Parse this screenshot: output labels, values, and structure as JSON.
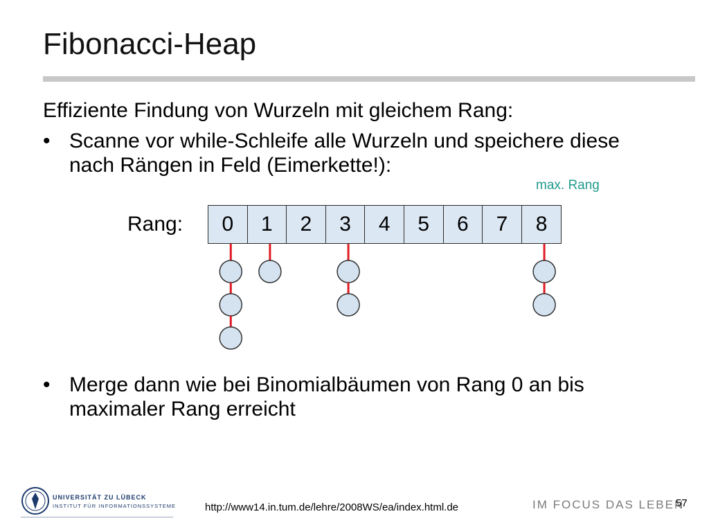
{
  "title": "Fibonacci-Heap",
  "intro": "Effiziente Findung von Wurzeln mit gleichem Rang:",
  "bullets": [
    "Scanne vor while-Schleife alle Wurzeln und speichere diese nach Rängen in Feld (Eimerkette!):",
    "Merge dann wie bei Binomialbäumen von Rang 0 an bis maximaler Rang erreicht"
  ],
  "bullet_symbol": "•",
  "max_rang_label": "max. Rang",
  "rang_label": "Rang:",
  "ranks": [
    "0",
    "1",
    "2",
    "3",
    "4",
    "5",
    "6",
    "7",
    "8"
  ],
  "chains": [
    {
      "rank": 0,
      "nodes": 3
    },
    {
      "rank": 1,
      "nodes": 1
    },
    {
      "rank": 3,
      "nodes": 2
    },
    {
      "rank": 8,
      "nodes": 2
    }
  ],
  "colors": {
    "cell_fill": "#dbe7f3",
    "node_fill": "#d5e3f0",
    "link": "#e01b24",
    "max_rang": "#1f9b8c"
  },
  "footer": {
    "university": "UNIVERSITÄT ZU LÜBECK",
    "institute": "INSTITUT FÜR INFORMATIONSSYSTEME",
    "url": "http://www14.in.tum.de/lehre/2008WS/ea/index.html.de",
    "motto": "IM FOCUS DAS LEBEN",
    "page": "57"
  }
}
